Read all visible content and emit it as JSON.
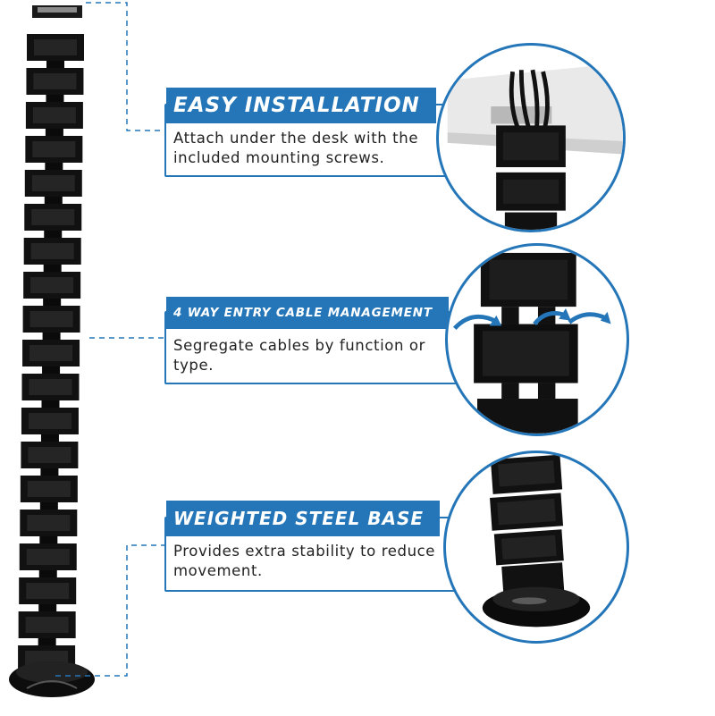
{
  "features": [
    {
      "title": "EASY INSTALLATION",
      "description": "Attach under the desk with the included mounting screws."
    },
    {
      "title": "4 WAY ENTRY CABLE MANAGEMENT",
      "description": "Segregate cables by function or type."
    },
    {
      "title": "WEIGHTED STEEL BASE",
      "description": "Provides extra stability to reduce movement."
    }
  ],
  "colors": {
    "accent": "#2476b8",
    "product": "#111111"
  }
}
